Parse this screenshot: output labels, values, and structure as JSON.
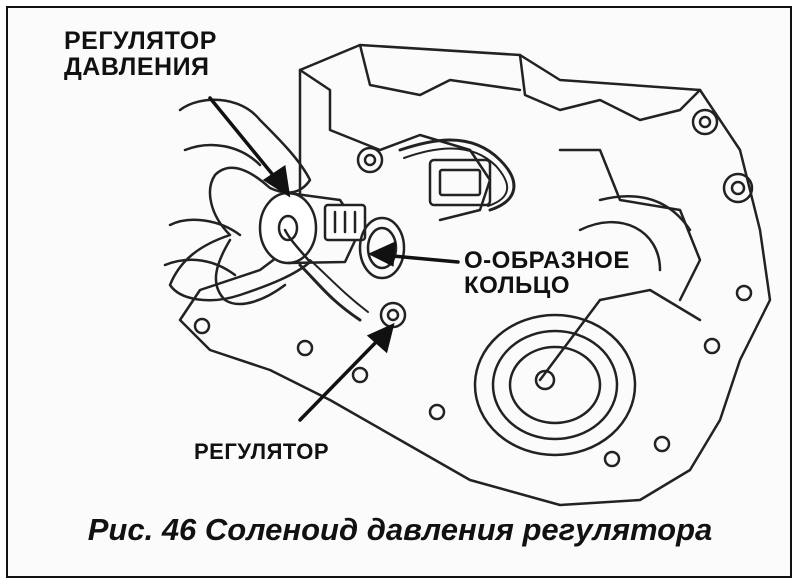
{
  "labels": {
    "pressure_regulator": "РЕГУЛЯТОР\nДАВЛЕНИЯ",
    "o_ring": "О-ОБРАЗНОЕ\nКОЛЬЦО",
    "regulator": "РЕГУЛЯТОР"
  },
  "caption": "Рис. 46 Соленоид давления регулятора",
  "colors": {
    "ink": "#111111",
    "paper": "#fbfbfb"
  }
}
